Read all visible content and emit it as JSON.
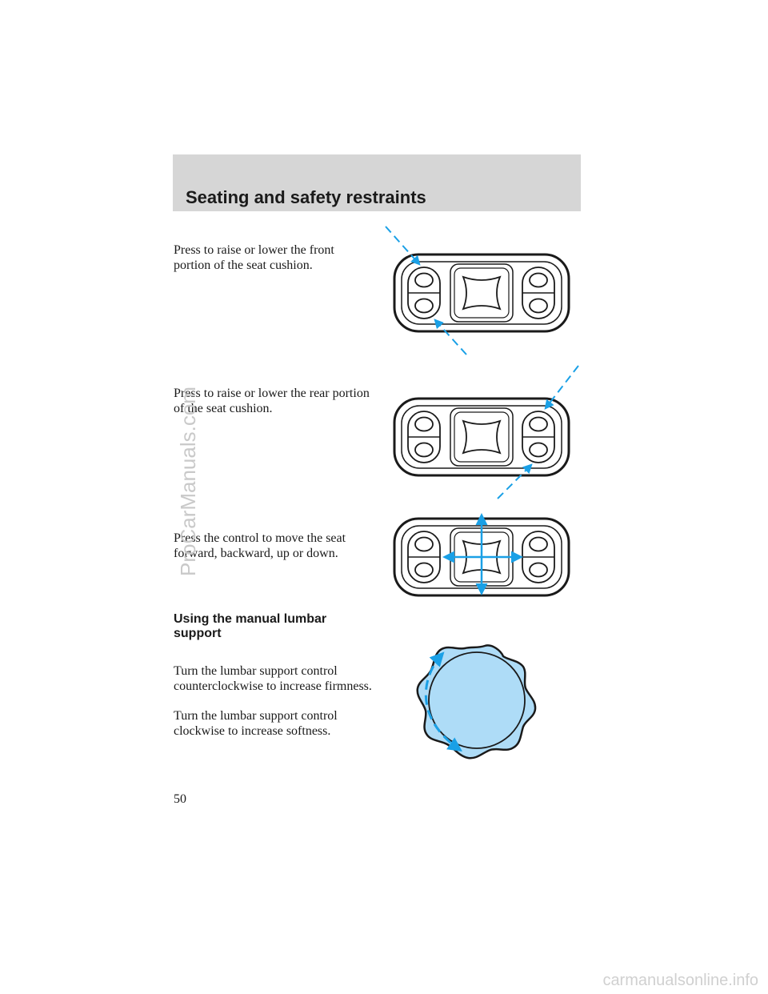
{
  "header": {
    "title": "Seating and safety restraints"
  },
  "sections": {
    "front_cushion": {
      "text": "Press to raise or lower the front portion of the seat cushion."
    },
    "rear_cushion": {
      "text": "Press to raise or lower the rear portion of the seat cushion."
    },
    "seat_move": {
      "text": "Press the control to move the seat forward, backward, up or down."
    },
    "lumbar": {
      "heading": "Using the manual lumbar support",
      "text1": "Turn the lumbar support control counterclockwise to increase firmness.",
      "text2": "Turn the lumbar support control clockwise to increase softness."
    }
  },
  "page_number": "50",
  "watermark": "ProCarManuals.com",
  "footer": {
    "url": "carmanualsonline.info"
  },
  "colors": {
    "highlight": "#aedcf7",
    "arrow": "#1aa0e6",
    "header_bg": "#d6d6d6"
  },
  "icons": [
    "seat-switch-front-icon",
    "seat-switch-rear-icon",
    "seat-switch-move-icon",
    "lumbar-knob-icon"
  ]
}
